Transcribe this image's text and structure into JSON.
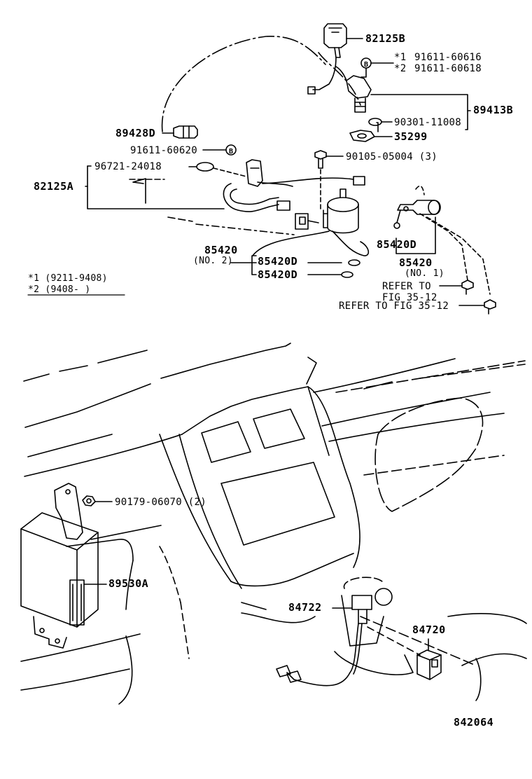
{
  "labels": {
    "p82125B": "82125B",
    "s1_mark": "*1",
    "s1_part": "91611-60616",
    "s2_mark": "*2",
    "s2_part": "91611-60618",
    "p89413B": "89413B",
    "p90301": "90301-11008",
    "p35299": "35299",
    "p89428D": "89428D",
    "p91611_60620": "91611-60620",
    "p90105": "90105-05004 (3)",
    "p96721": "96721-24018",
    "p82125A": "82125A",
    "p85420_no2": "85420",
    "no2": "(NO. 2)",
    "p85420D_a": "85420D",
    "p85420D_b": "85420D",
    "p85420D_c": "85420D",
    "p85420_no1": "85420",
    "no1": "(NO. 1)",
    "note1": "*1  (9211-9408)",
    "note2": "*2  (9408-     )",
    "refer1_a": "REFER TO",
    "refer1_b": "FIG 35-12",
    "refer2": "REFER TO FIG 35-12",
    "p90179": "90179-06070 (2)",
    "p89530A": "89530A",
    "p84722": "84722",
    "p84720": "84720",
    "fig_no": "842064"
  },
  "bolt_mark": "B"
}
